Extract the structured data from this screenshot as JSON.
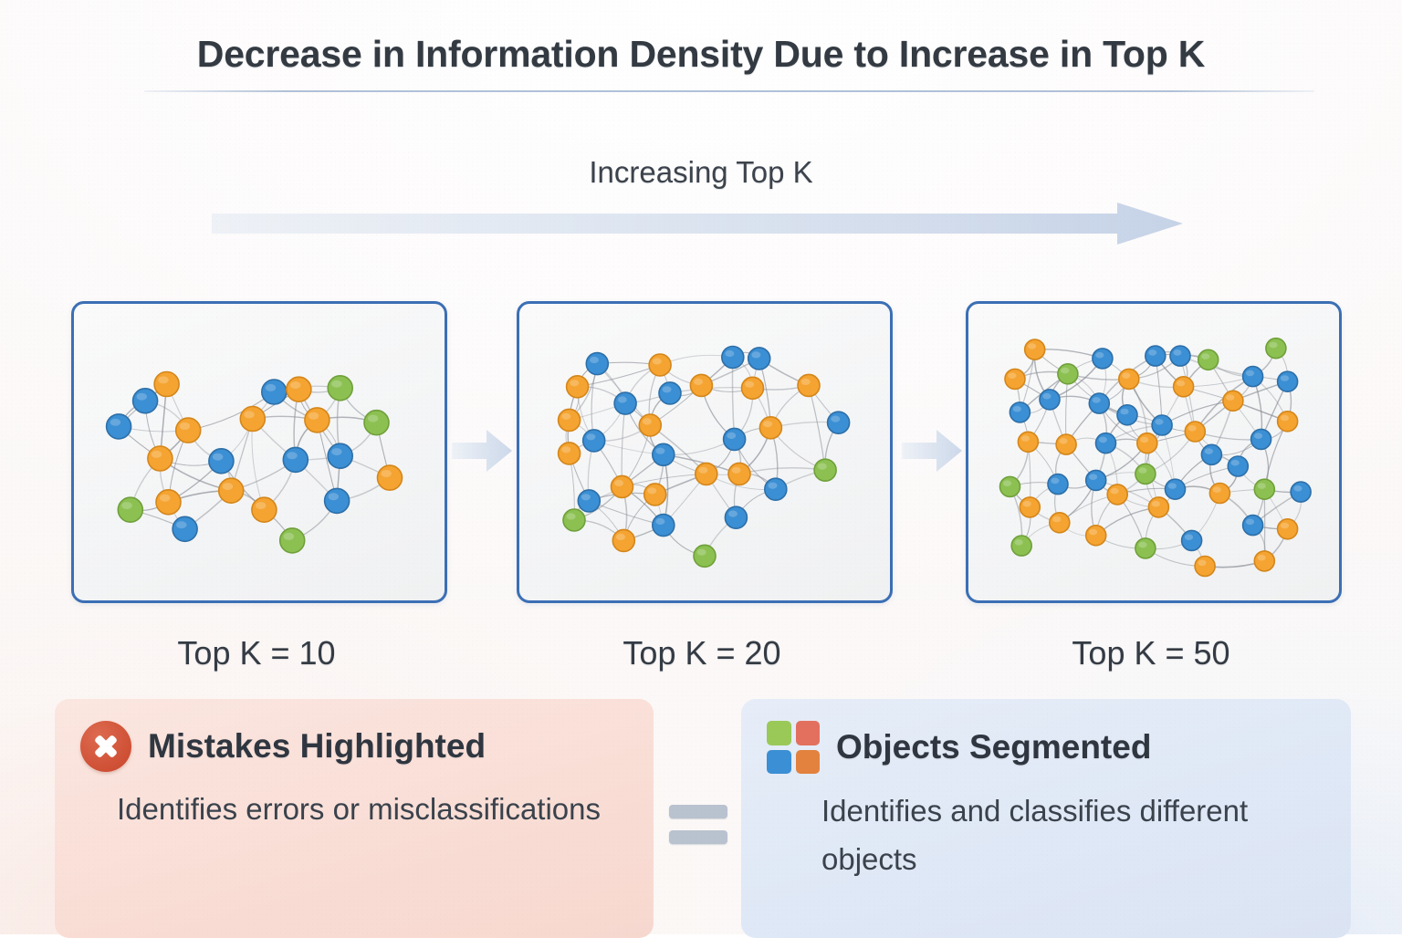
{
  "title": "Decrease in Information Density Due to Increase in Top K",
  "axis": {
    "label": "Increasing Top K",
    "arrow_icon": "right-arrow-icon"
  },
  "colors": {
    "node_blue": "#3b8fd4",
    "node_orange": "#f5a431",
    "node_green": "#8cc152",
    "panel_border": "#3b6fb5",
    "edge": "#8b8f96",
    "mistake_card_bg": "#f9ddd5",
    "object_card_bg": "#e1e9f6",
    "x_icon": "#cf5035",
    "equals": "#b9c2cf"
  },
  "panels": [
    {
      "caption": "Top K = 10",
      "k": 10
    },
    {
      "caption": "Top K = 20",
      "k": 20
    },
    {
      "caption": "Top K = 50",
      "k": 50
    }
  ],
  "legend": {
    "mistakes": {
      "icon": "x-circle-icon",
      "title": "Mistakes Highlighted",
      "description": "Identifies errors or misclassifications"
    },
    "equals_symbol": "=",
    "objects": {
      "icon": "four-square-grid-icon",
      "title": "Objects Segmented",
      "description": "Identifies and classifies different objects",
      "icon_colors": [
        "#9ac958",
        "#e3705e",
        "#3b8fd4",
        "#e3823e"
      ]
    }
  },
  "chart_data": {
    "type": "network-diagram-series",
    "title": "Decrease in Information Density Due to Increase in Top K",
    "xlabel": "Increasing Top K",
    "graphs": [
      {
        "name": "Top K = 10",
        "node_count": 22,
        "edge_count": 58,
        "nodes": [
          {
            "x": 0.22,
            "y": 0.235,
            "c": "orange"
          },
          {
            "x": 0.155,
            "y": 0.3,
            "c": "blue"
          },
          {
            "x": 0.075,
            "y": 0.4,
            "c": "blue"
          },
          {
            "x": 0.285,
            "y": 0.415,
            "c": "orange"
          },
          {
            "x": 0.48,
            "y": 0.37,
            "c": "orange"
          },
          {
            "x": 0.545,
            "y": 0.265,
            "c": "blue"
          },
          {
            "x": 0.62,
            "y": 0.255,
            "c": "orange"
          },
          {
            "x": 0.745,
            "y": 0.25,
            "c": "green"
          },
          {
            "x": 0.675,
            "y": 0.375,
            "c": "orange"
          },
          {
            "x": 0.855,
            "y": 0.385,
            "c": "green"
          },
          {
            "x": 0.2,
            "y": 0.525,
            "c": "orange"
          },
          {
            "x": 0.385,
            "y": 0.535,
            "c": "blue"
          },
          {
            "x": 0.61,
            "y": 0.53,
            "c": "blue"
          },
          {
            "x": 0.745,
            "y": 0.515,
            "c": "blue"
          },
          {
            "x": 0.895,
            "y": 0.6,
            "c": "orange"
          },
          {
            "x": 0.415,
            "y": 0.65,
            "c": "orange"
          },
          {
            "x": 0.225,
            "y": 0.695,
            "c": "orange"
          },
          {
            "x": 0.11,
            "y": 0.725,
            "c": "green"
          },
          {
            "x": 0.515,
            "y": 0.725,
            "c": "orange"
          },
          {
            "x": 0.735,
            "y": 0.69,
            "c": "blue"
          },
          {
            "x": 0.275,
            "y": 0.8,
            "c": "blue"
          },
          {
            "x": 0.6,
            "y": 0.845,
            "c": "green"
          }
        ]
      },
      {
        "name": "Top K = 20",
        "node_count": 30,
        "edge_count": 95,
        "nodes": [
          {
            "x": 0.175,
            "y": 0.155,
            "c": "blue"
          },
          {
            "x": 0.365,
            "y": 0.16,
            "c": "orange"
          },
          {
            "x": 0.585,
            "y": 0.13,
            "c": "blue"
          },
          {
            "x": 0.665,
            "y": 0.135,
            "c": "blue"
          },
          {
            "x": 0.115,
            "y": 0.245,
            "c": "orange"
          },
          {
            "x": 0.395,
            "y": 0.27,
            "c": "blue"
          },
          {
            "x": 0.49,
            "y": 0.24,
            "c": "orange"
          },
          {
            "x": 0.645,
            "y": 0.25,
            "c": "orange"
          },
          {
            "x": 0.815,
            "y": 0.24,
            "c": "orange"
          },
          {
            "x": 0.09,
            "y": 0.375,
            "c": "orange"
          },
          {
            "x": 0.26,
            "y": 0.31,
            "c": "blue"
          },
          {
            "x": 0.335,
            "y": 0.395,
            "c": "orange"
          },
          {
            "x": 0.7,
            "y": 0.405,
            "c": "orange"
          },
          {
            "x": 0.905,
            "y": 0.385,
            "c": "blue"
          },
          {
            "x": 0.165,
            "y": 0.455,
            "c": "blue"
          },
          {
            "x": 0.09,
            "y": 0.505,
            "c": "orange"
          },
          {
            "x": 0.375,
            "y": 0.51,
            "c": "blue"
          },
          {
            "x": 0.59,
            "y": 0.45,
            "c": "blue"
          },
          {
            "x": 0.505,
            "y": 0.585,
            "c": "orange"
          },
          {
            "x": 0.605,
            "y": 0.585,
            "c": "orange"
          },
          {
            "x": 0.865,
            "y": 0.57,
            "c": "green"
          },
          {
            "x": 0.25,
            "y": 0.635,
            "c": "orange"
          },
          {
            "x": 0.35,
            "y": 0.665,
            "c": "orange"
          },
          {
            "x": 0.715,
            "y": 0.645,
            "c": "blue"
          },
          {
            "x": 0.15,
            "y": 0.69,
            "c": "blue"
          },
          {
            "x": 0.105,
            "y": 0.765,
            "c": "green"
          },
          {
            "x": 0.375,
            "y": 0.785,
            "c": "blue"
          },
          {
            "x": 0.595,
            "y": 0.755,
            "c": "blue"
          },
          {
            "x": 0.255,
            "y": 0.845,
            "c": "orange"
          },
          {
            "x": 0.5,
            "y": 0.905,
            "c": "green"
          }
        ]
      },
      {
        "name": "Top K = 50",
        "node_count": 44,
        "edge_count": 150,
        "nodes": [
          {
            "x": 0.14,
            "y": 0.1,
            "c": "orange"
          },
          {
            "x": 0.345,
            "y": 0.135,
            "c": "blue"
          },
          {
            "x": 0.505,
            "y": 0.125,
            "c": "blue"
          },
          {
            "x": 0.58,
            "y": 0.125,
            "c": "blue"
          },
          {
            "x": 0.665,
            "y": 0.14,
            "c": "green"
          },
          {
            "x": 0.87,
            "y": 0.095,
            "c": "green"
          },
          {
            "x": 0.08,
            "y": 0.215,
            "c": "orange"
          },
          {
            "x": 0.24,
            "y": 0.195,
            "c": "green"
          },
          {
            "x": 0.425,
            "y": 0.215,
            "c": "orange"
          },
          {
            "x": 0.59,
            "y": 0.245,
            "c": "orange"
          },
          {
            "x": 0.8,
            "y": 0.205,
            "c": "blue"
          },
          {
            "x": 0.905,
            "y": 0.225,
            "c": "blue"
          },
          {
            "x": 0.185,
            "y": 0.295,
            "c": "blue"
          },
          {
            "x": 0.335,
            "y": 0.31,
            "c": "blue"
          },
          {
            "x": 0.095,
            "y": 0.345,
            "c": "blue"
          },
          {
            "x": 0.42,
            "y": 0.355,
            "c": "blue"
          },
          {
            "x": 0.74,
            "y": 0.3,
            "c": "orange"
          },
          {
            "x": 0.525,
            "y": 0.395,
            "c": "blue"
          },
          {
            "x": 0.625,
            "y": 0.42,
            "c": "orange"
          },
          {
            "x": 0.905,
            "y": 0.38,
            "c": "orange"
          },
          {
            "x": 0.12,
            "y": 0.46,
            "c": "orange"
          },
          {
            "x": 0.235,
            "y": 0.47,
            "c": "orange"
          },
          {
            "x": 0.355,
            "y": 0.465,
            "c": "blue"
          },
          {
            "x": 0.48,
            "y": 0.465,
            "c": "orange"
          },
          {
            "x": 0.825,
            "y": 0.45,
            "c": "blue"
          },
          {
            "x": 0.675,
            "y": 0.51,
            "c": "blue"
          },
          {
            "x": 0.755,
            "y": 0.555,
            "c": "blue"
          },
          {
            "x": 0.065,
            "y": 0.635,
            "c": "green"
          },
          {
            "x": 0.21,
            "y": 0.625,
            "c": "blue"
          },
          {
            "x": 0.325,
            "y": 0.61,
            "c": "blue"
          },
          {
            "x": 0.475,
            "y": 0.585,
            "c": "green"
          },
          {
            "x": 0.565,
            "y": 0.645,
            "c": "blue"
          },
          {
            "x": 0.7,
            "y": 0.66,
            "c": "orange"
          },
          {
            "x": 0.835,
            "y": 0.645,
            "c": "green"
          },
          {
            "x": 0.945,
            "y": 0.655,
            "c": "blue"
          },
          {
            "x": 0.125,
            "y": 0.715,
            "c": "orange"
          },
          {
            "x": 0.39,
            "y": 0.665,
            "c": "orange"
          },
          {
            "x": 0.515,
            "y": 0.715,
            "c": "orange"
          },
          {
            "x": 0.215,
            "y": 0.775,
            "c": "orange"
          },
          {
            "x": 0.8,
            "y": 0.785,
            "c": "blue"
          },
          {
            "x": 0.905,
            "y": 0.8,
            "c": "orange"
          },
          {
            "x": 0.325,
            "y": 0.825,
            "c": "orange"
          },
          {
            "x": 0.475,
            "y": 0.875,
            "c": "green"
          },
          {
            "x": 0.615,
            "y": 0.845,
            "c": "blue"
          },
          {
            "x": 0.1,
            "y": 0.865,
            "c": "green"
          },
          {
            "x": 0.655,
            "y": 0.945,
            "c": "orange"
          },
          {
            "x": 0.835,
            "y": 0.925,
            "c": "orange"
          }
        ]
      }
    ]
  }
}
